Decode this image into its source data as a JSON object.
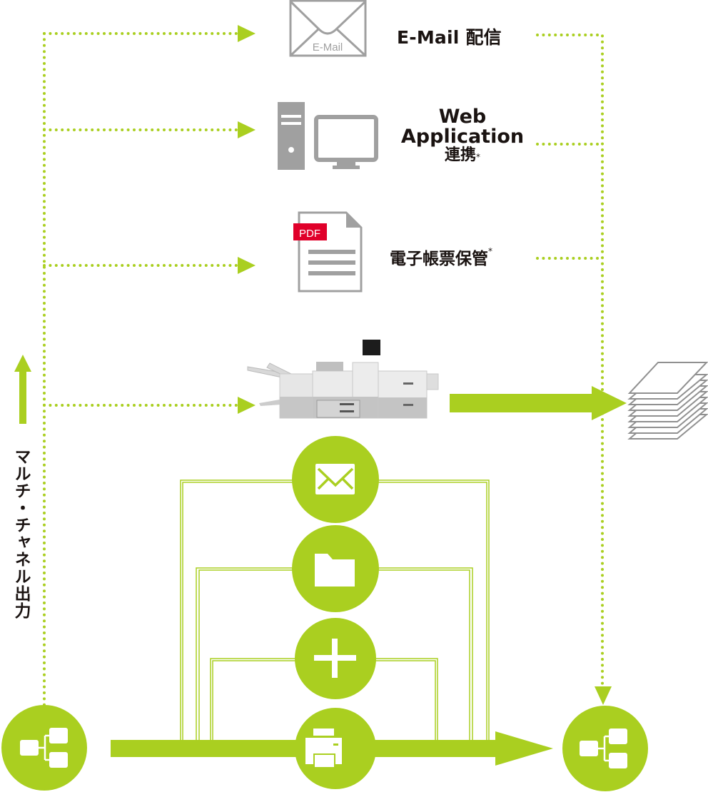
{
  "colors": {
    "accent_green": "#aacf20",
    "icon_gray": "#a0a0a0",
    "text_dark": "#1a1311",
    "pdf_red": "#e0002a"
  },
  "outputs": [
    {
      "id": "email",
      "label": "E-Mail 配信",
      "icon": "envelope-icon",
      "icon_text": "E-Mail"
    },
    {
      "id": "webapp",
      "label_line1": "Web",
      "label_line2": "Application",
      "label_line3": "連携",
      "footnote_mark": "*",
      "icon": "computer-monitor-icon"
    },
    {
      "id": "epdf",
      "label": "電子帳票保管",
      "footnote_mark": "*",
      "icon": "pdf-document-icon",
      "icon_text": "PDF"
    },
    {
      "id": "print",
      "icon": "production-printer-image"
    }
  ],
  "paper_stack": {
    "icon": "paper-stack-icon"
  },
  "side_label": "マルチ・チャネル出力",
  "channel_icons": [
    {
      "name": "mail-channel",
      "icon": "envelope-icon"
    },
    {
      "name": "folder-channel",
      "icon": "folder-icon"
    },
    {
      "name": "add-channel",
      "icon": "plus-icon"
    },
    {
      "name": "print-channel",
      "icon": "printer-icon"
    }
  ],
  "source_node": {
    "icon": "hierarchy-icon"
  },
  "target_node": {
    "icon": "hierarchy-icon"
  }
}
